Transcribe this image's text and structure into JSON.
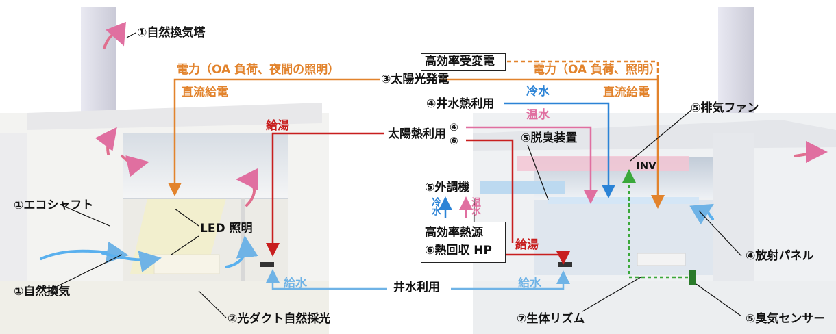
{
  "labels": {
    "natural_vent_tower": "①自然換気塔",
    "power_left": "電力（OA 負荷、夜間の照明）",
    "dc_left": "直流給電",
    "solar_pv": "③太陽光発電",
    "hv_substation": "高効率受変電",
    "power_right": "電力（OA 負荷、照明）",
    "dc_right": "直流給電",
    "cold_water": "冷水",
    "well_heat": "④井水熱利用",
    "hot_water_pink": "温水",
    "exhaust_fan": "⑤排気ファン",
    "hot_supply_left": "給湯",
    "solar_heat": "太陽熱利用",
    "num4": "④",
    "num6": "⑥",
    "deodor": "⑤脱臭装置",
    "inv": "INV",
    "outdoor_ac": "⑤外調機",
    "cw_vertical": "冷水",
    "hw_vertical": "温水",
    "eco_shaft": "①エコシャフト",
    "led": "LED 照明",
    "heat_src_line1": "高効率熱源",
    "heat_src_line2": "⑥熱回収 HP",
    "hot_supply_right": "給湯",
    "radiant_panel": "④放射パネル",
    "natural_vent": "①自然換気",
    "water_supply_left": "給水",
    "well_water": "井水利用",
    "water_supply_right": "給水",
    "light_duct": "②光ダクト自然採光",
    "bio_rhythm": "⑦生体リズム",
    "odor_sensor": "⑤臭気センサー"
  },
  "colors": {
    "power": "#e2832c",
    "hot_supply": "#c81e1e",
    "cold_water": "#2b83d6",
    "hot_water": "#e06fa0",
    "well_water": "#6fb3e6",
    "sensor": "#3aa83a"
  }
}
